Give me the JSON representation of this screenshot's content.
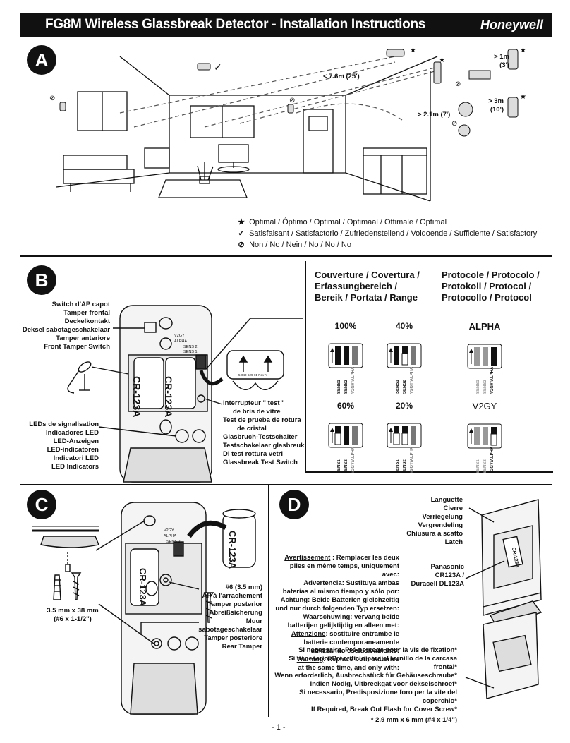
{
  "header": {
    "title": "FG8M Wireless Glassbreak Detector  - Installation Instructions",
    "brand": "Honeywell"
  },
  "sections": {
    "a": "A",
    "b": "B",
    "c": "C",
    "d": "D"
  },
  "section_a": {
    "dist_76": "< 7.6m (25')",
    "dist_21": "> 2.1m (7')",
    "dist_1m": "> 1m",
    "dist_1m_ft": "(3')",
    "dist_3m": "> 3m",
    "dist_3m_ft": "(10')",
    "legend": [
      {
        "sym": "★",
        "text": "Optimal / Óptimo / Optimal / Optimaal / Ottimale / Optimal"
      },
      {
        "sym": "✓",
        "text": "Satisfaisant / Satisfactorio / Zufriedenstellend / Voldoende / Sufficiente / Satisfactory"
      },
      {
        "sym": "⊘",
        "text": "Non / No / Nein / No / No / No"
      }
    ]
  },
  "section_b": {
    "tamper_lines": [
      "Switch d'AP capot",
      "Tamper frontal",
      "Deckelkontakt",
      "Deksel sabotageschakelaar",
      "Tamper anteriore",
      "Front Tamper Switch"
    ],
    "led_lines": [
      "LEDs de signalisation",
      "Indicadores LED",
      "LED-Anzeigen",
      "LED-indicatoren",
      "Indicatori LED",
      "LED Indicators"
    ],
    "test_lines": [
      "Interrupteur \" test \"",
      "de bris de vitre",
      "Test de prueba de rotura",
      "de cristal",
      "Glasbruch-Testschalter",
      "Testschakelaar glasbreuk",
      "Di test rottura vetri",
      "Glassbreak Test Switch"
    ],
    "battery": "CR-123A",
    "v2gy_small": "V2GY",
    "alpha_small": "ALPHA",
    "sens2": "SENS 2",
    "sens1": "SENS 1",
    "label_code": "5-040-629-01 Rev A",
    "coverage_title": [
      "Couverture / Covertura /",
      "Erfassungbereich /",
      "Bereik /  Portata /  Range"
    ],
    "protocol_title": [
      "Protocole / Protocolo /",
      "Protokoll / Protocol /",
      "Protocollo / Protocol"
    ],
    "coverage": [
      "100%",
      "40%",
      "60%",
      "20%"
    ],
    "protocol": [
      "ALPHA",
      "V2GY"
    ],
    "sw_labels": {
      "s1": "SENS1",
      "s2": "SENS2",
      "va": "V2GY/ALPHA"
    }
  },
  "section_c": {
    "battery": "CR-123A",
    "screw_size": "3.5 mm x 38 mm",
    "screw_in": "(#6 x 1-1/2\")",
    "rear_lines": [
      "#6 (3.5 mm)",
      "AP à l'arrachement",
      "Tamper posterior",
      "Abreißsicherung",
      "Muur",
      "sabotageschakelaar",
      "Tamper posteriore",
      "Rear Tamper"
    ]
  },
  "section_d": {
    "latch_lines": [
      "Languette",
      "Cierre",
      "Verriegelung",
      "Vergrendeling",
      "Chiusura a scatto",
      "Latch"
    ],
    "battery_lines": [
      "Panasonic CR123A /",
      "Duracell DL123A"
    ],
    "warnings": [
      {
        "w": "Avertissement",
        "t": " : Remplacer les deux",
        "t2": "piles en même temps, uniquement avec:"
      },
      {
        "w": "Advertencia",
        "t": ": Sustituya ambas",
        "t2": "baterías al mismo tiempo y sólo por:"
      },
      {
        "w": "Achtung",
        "t": ": Beide Batterien gleichzeitig",
        "t2": "und nur durch folgenden Typ ersetzen:"
      },
      {
        "w": "Waarschuwing",
        "t": ": vervang beide",
        "t2": "batterijen gelijktijdig en alleen met:"
      },
      {
        "w": "Attenzione",
        "t": ": sostituire entrambe le",
        "t2": "batterie contemporaneamente",
        "t3": "utilizzando esclusivamente:"
      },
      {
        "w": "Warning",
        "t": ": Replace both batteries",
        "t2": "at the same time, and only with:"
      }
    ],
    "cover_lines": [
      "Si necessaire, Pré-perçage pour la vis de fixation*",
      "Si necesario, Preorificio para el tornillo de la carcasa frontal*",
      "Wenn erforderlich, Ausbrechstück für Gehäuseschraube*",
      "Indien Nodig, Uitbreekgat voor dekselschroef*",
      "Si necessario, Predisposizione foro per la vite del coperchio*",
      "If Required, Break Out Flash for Cover Screw*"
    ],
    "cover_size": "* 2.9 mm x 6 mm  (#4 x 1/4\")"
  },
  "page": "- 1 -"
}
